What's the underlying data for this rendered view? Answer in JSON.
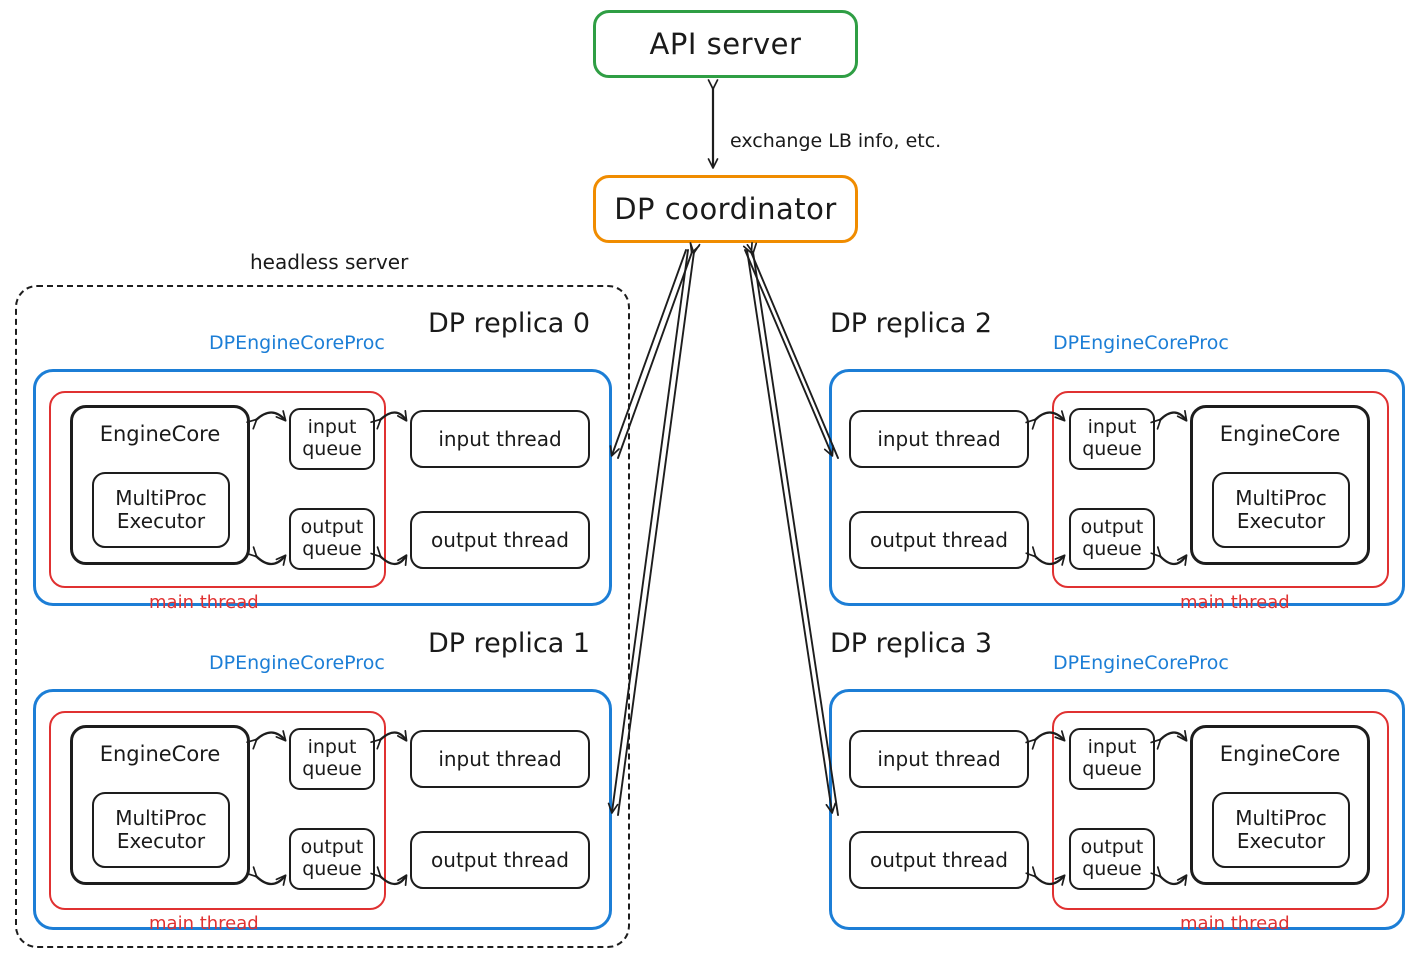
{
  "diagram": {
    "top_nodes": [
      {
        "id": "api-server",
        "label": "API server",
        "color": "#2f9e44"
      },
      {
        "id": "dp-coordinator",
        "label": "DP coordinator",
        "color": "#f08c00"
      }
    ],
    "edge_label": "exchange LB info, etc.",
    "headless_label": "headless server",
    "proc_label": "DPEngineCoreProc",
    "main_thread_label": "main thread",
    "node_labels": {
      "engine_core": "EngineCore",
      "multiproc_executor_line1": "MultiProc",
      "multiproc_executor_line2": "Executor",
      "input_queue_line1": "input",
      "input_queue_line2": "queue",
      "output_queue_line1": "output",
      "output_queue_line2": "queue",
      "input_thread": "input thread",
      "output_thread": "output thread"
    },
    "replicas": [
      {
        "id": "replica-0",
        "title": "DP replica 0",
        "side": "left",
        "in_headless": true
      },
      {
        "id": "replica-1",
        "title": "DP replica 1",
        "side": "left",
        "in_headless": true
      },
      {
        "id": "replica-2",
        "title": "DP replica 2",
        "side": "right",
        "in_headless": false
      },
      {
        "id": "replica-3",
        "title": "DP replica 3",
        "side": "right",
        "in_headless": false
      }
    ],
    "colors": {
      "api_green": "#2f9e44",
      "coordinator_orange": "#f08c00",
      "proc_blue": "#1c7ed6",
      "main_thread_red": "#e03131",
      "stroke_black": "#1d1d1d"
    }
  }
}
